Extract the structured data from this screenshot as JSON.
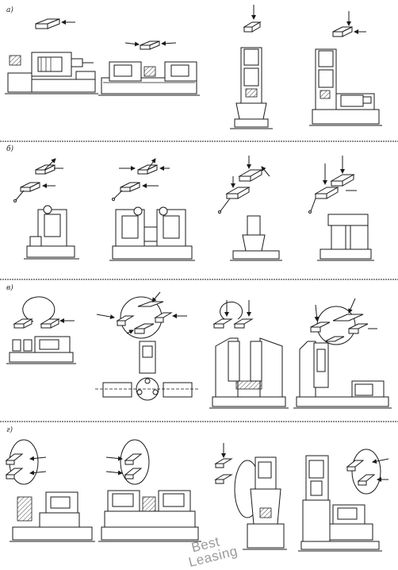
{
  "panels": [
    {
      "id": "a",
      "label": "a)"
    },
    {
      "id": "b",
      "label": "б)"
    },
    {
      "id": "c",
      "label": "в)"
    },
    {
      "id": "d",
      "label": "г)"
    }
  ],
  "watermark": {
    "line1": "Best",
    "line2": "Leasing"
  }
}
